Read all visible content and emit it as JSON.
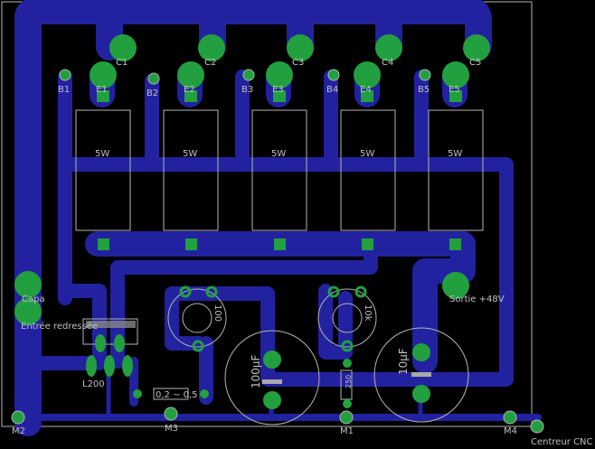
{
  "board": {
    "colors": {
      "background": "#000000",
      "trace": "#2222a0",
      "pad": "#22a040",
      "pad_light": "#40c060",
      "silk": "#b4b4b4"
    },
    "capacitor_labels": [
      "C1",
      "C2",
      "C3",
      "C4",
      "C5"
    ],
    "base_labels": [
      "B1",
      "B2",
      "B3",
      "B4",
      "B5"
    ],
    "emitter_labels": [
      "E1",
      "E2",
      "E3",
      "E4",
      "E5"
    ],
    "resistor_value": "5W",
    "connectors": {
      "capa": "Capa",
      "input": "Entrée redressée",
      "output": "Sortie +48V"
    },
    "regulator": "L200",
    "shunt_resistor": "0,2 ~ 0,5",
    "trimmer_1": "100",
    "trimmer_2": "10k",
    "cap_large": "100µF",
    "cap_small": "10µF",
    "resistor_small": "250",
    "mounting_holes": [
      "M1",
      "M2",
      "M3",
      "M4"
    ],
    "centering_mark": "Centreur CNC"
  }
}
